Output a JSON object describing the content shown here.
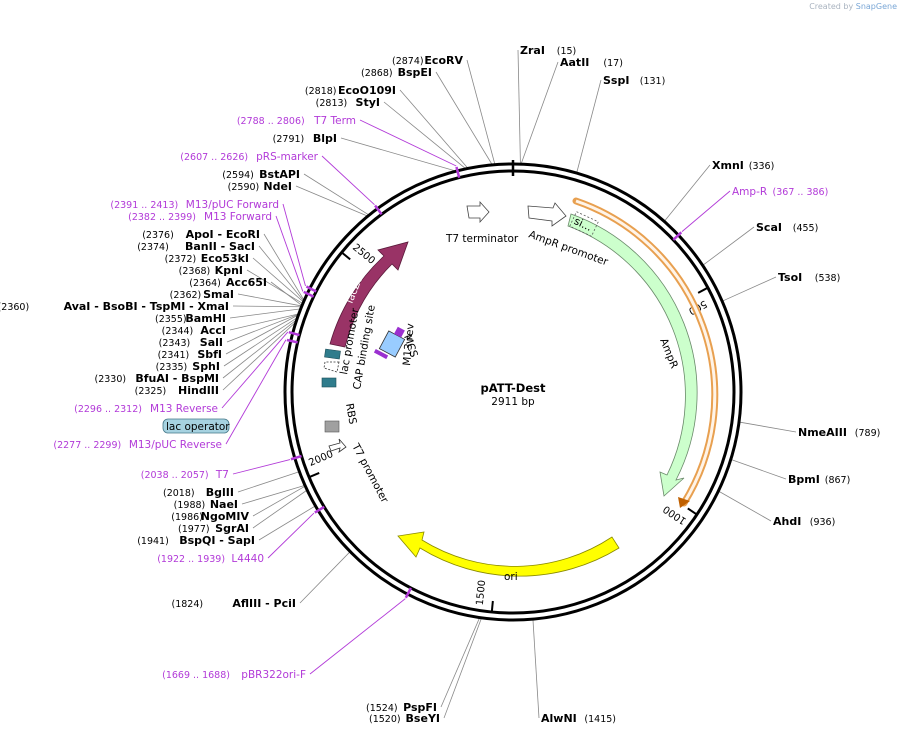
{
  "credit": {
    "created_by": "Created by",
    "brand": "SnapGene"
  },
  "plasmid": {
    "name": "pATT-Dest",
    "size": "2911 bp"
  },
  "ticks": [
    "500",
    "1000",
    "1500",
    "2000",
    "2500"
  ],
  "enzymes": [
    {
      "name": "ZraI",
      "pos": "(15)"
    },
    {
      "name": "AatII",
      "pos": "(17)"
    },
    {
      "name": "SspI",
      "pos": "(131)"
    },
    {
      "name": "XmnI",
      "pos": "(336)"
    },
    {
      "name": "ScaI",
      "pos": "(455)"
    },
    {
      "name": "TsoI",
      "pos": "(538)"
    },
    {
      "name": "NmeAIII",
      "pos": "(789)"
    },
    {
      "name": "BpmI",
      "pos": "(867)"
    },
    {
      "name": "AhdI",
      "pos": "(936)"
    },
    {
      "name": "AlwNI",
      "pos": "(1415)"
    },
    {
      "name": "BseYI",
      "pos": "(1520)"
    },
    {
      "name": "PspFI",
      "pos": "(1524)"
    },
    {
      "name": "AflIII",
      "name2": "- PciI",
      "pos": "(1824)"
    },
    {
      "name": "BspQI",
      "name2": "- SapI",
      "pos": "(1941)"
    },
    {
      "name": "SgrAI",
      "pos": "(1977)"
    },
    {
      "name": "NgoMIV",
      "pos": "(1986)"
    },
    {
      "name": "NaeI",
      "pos": "(1988)"
    },
    {
      "name": "BglII",
      "pos": "(2018)"
    },
    {
      "name": "HindIII",
      "pos": "(2325)"
    },
    {
      "name": "BfuAI",
      "name2": "- BspMI",
      "pos": "(2330)"
    },
    {
      "name": "SphI",
      "pos": "(2335)"
    },
    {
      "name": "SbfI",
      "pos": "(2341)"
    },
    {
      "name": "SalI",
      "pos": "(2343)"
    },
    {
      "name": "AccI",
      "pos": "(2344)"
    },
    {
      "name": "BamHI",
      "pos": "(2355)"
    },
    {
      "name": "AvaI",
      "name2": "- BsoBI  - TspMI  - XmaI",
      "pos": "(2360)"
    },
    {
      "name": "SmaI",
      "pos": "(2362)"
    },
    {
      "name": "Acc65I",
      "pos": "(2364)"
    },
    {
      "name": "KpnI",
      "pos": "(2368)"
    },
    {
      "name": "Eco53kI",
      "pos": "(2372)"
    },
    {
      "name": "BanII",
      "name2": "- SacI",
      "pos": "(2374)"
    },
    {
      "name": "ApoI",
      "name2": "- EcoRI",
      "pos": "(2376)"
    },
    {
      "name": "NdeI",
      "pos": "(2590)"
    },
    {
      "name": "BstAPI",
      "pos": "(2594)"
    },
    {
      "name": "BlpI",
      "pos": "(2791)"
    },
    {
      "name": "StyI",
      "pos": "(2813)"
    },
    {
      "name": "EcoO109I",
      "pos": "(2818)"
    },
    {
      "name": "BspEI",
      "pos": "(2868)"
    },
    {
      "name": "EcoRV",
      "pos": "(2874)"
    }
  ],
  "primers": [
    {
      "name": "Amp-R",
      "range": "(367 .. 386)"
    },
    {
      "name": "pBR322ori-F",
      "range": "(1669 .. 1688)"
    },
    {
      "name": "L4440",
      "range": "(1922 .. 1939)"
    },
    {
      "name": "T7",
      "range": "(2038 .. 2057)"
    },
    {
      "name": "M13/pUC Reverse",
      "range": "(2277 .. 2299)"
    },
    {
      "name": "M13 Reverse",
      "range": "(2296 .. 2312)"
    },
    {
      "name": "M13 Forward",
      "range": "(2382 .. 2399)"
    },
    {
      "name": "M13/pUC Forward",
      "range": "(2391 .. 2413)"
    },
    {
      "name": "pRS-marker",
      "range": "(2607 .. 2626)"
    },
    {
      "name": "T7 Term",
      "range": "(2788 .. 2806)"
    }
  ],
  "features": {
    "t7_terminator": "T7 terminator",
    "ampr_promoter": "AmpR promoter",
    "ampr": "AmpR",
    "signal": "si...",
    "ori": "ori",
    "lacza": "lacZα",
    "lac_promoter": "lac promoter",
    "cap_site": "CAP binding site",
    "mcs": "MCS",
    "m13rev": "M13 rev",
    "rbs": "RBS",
    "t7_promoter": "T7 promoter",
    "lac_operator": "lac operator"
  },
  "colors": {
    "primer": "#b23ad8",
    "ampr": "#ccffcc",
    "ampr_outline": "#e8a050",
    "ori": "#ffff00",
    "lacza": "#993366",
    "promoter": "#ffffff",
    "rbs": "#2f7c8c",
    "lac_operator": "#a6d2e0",
    "mcs": "#99ccff"
  }
}
